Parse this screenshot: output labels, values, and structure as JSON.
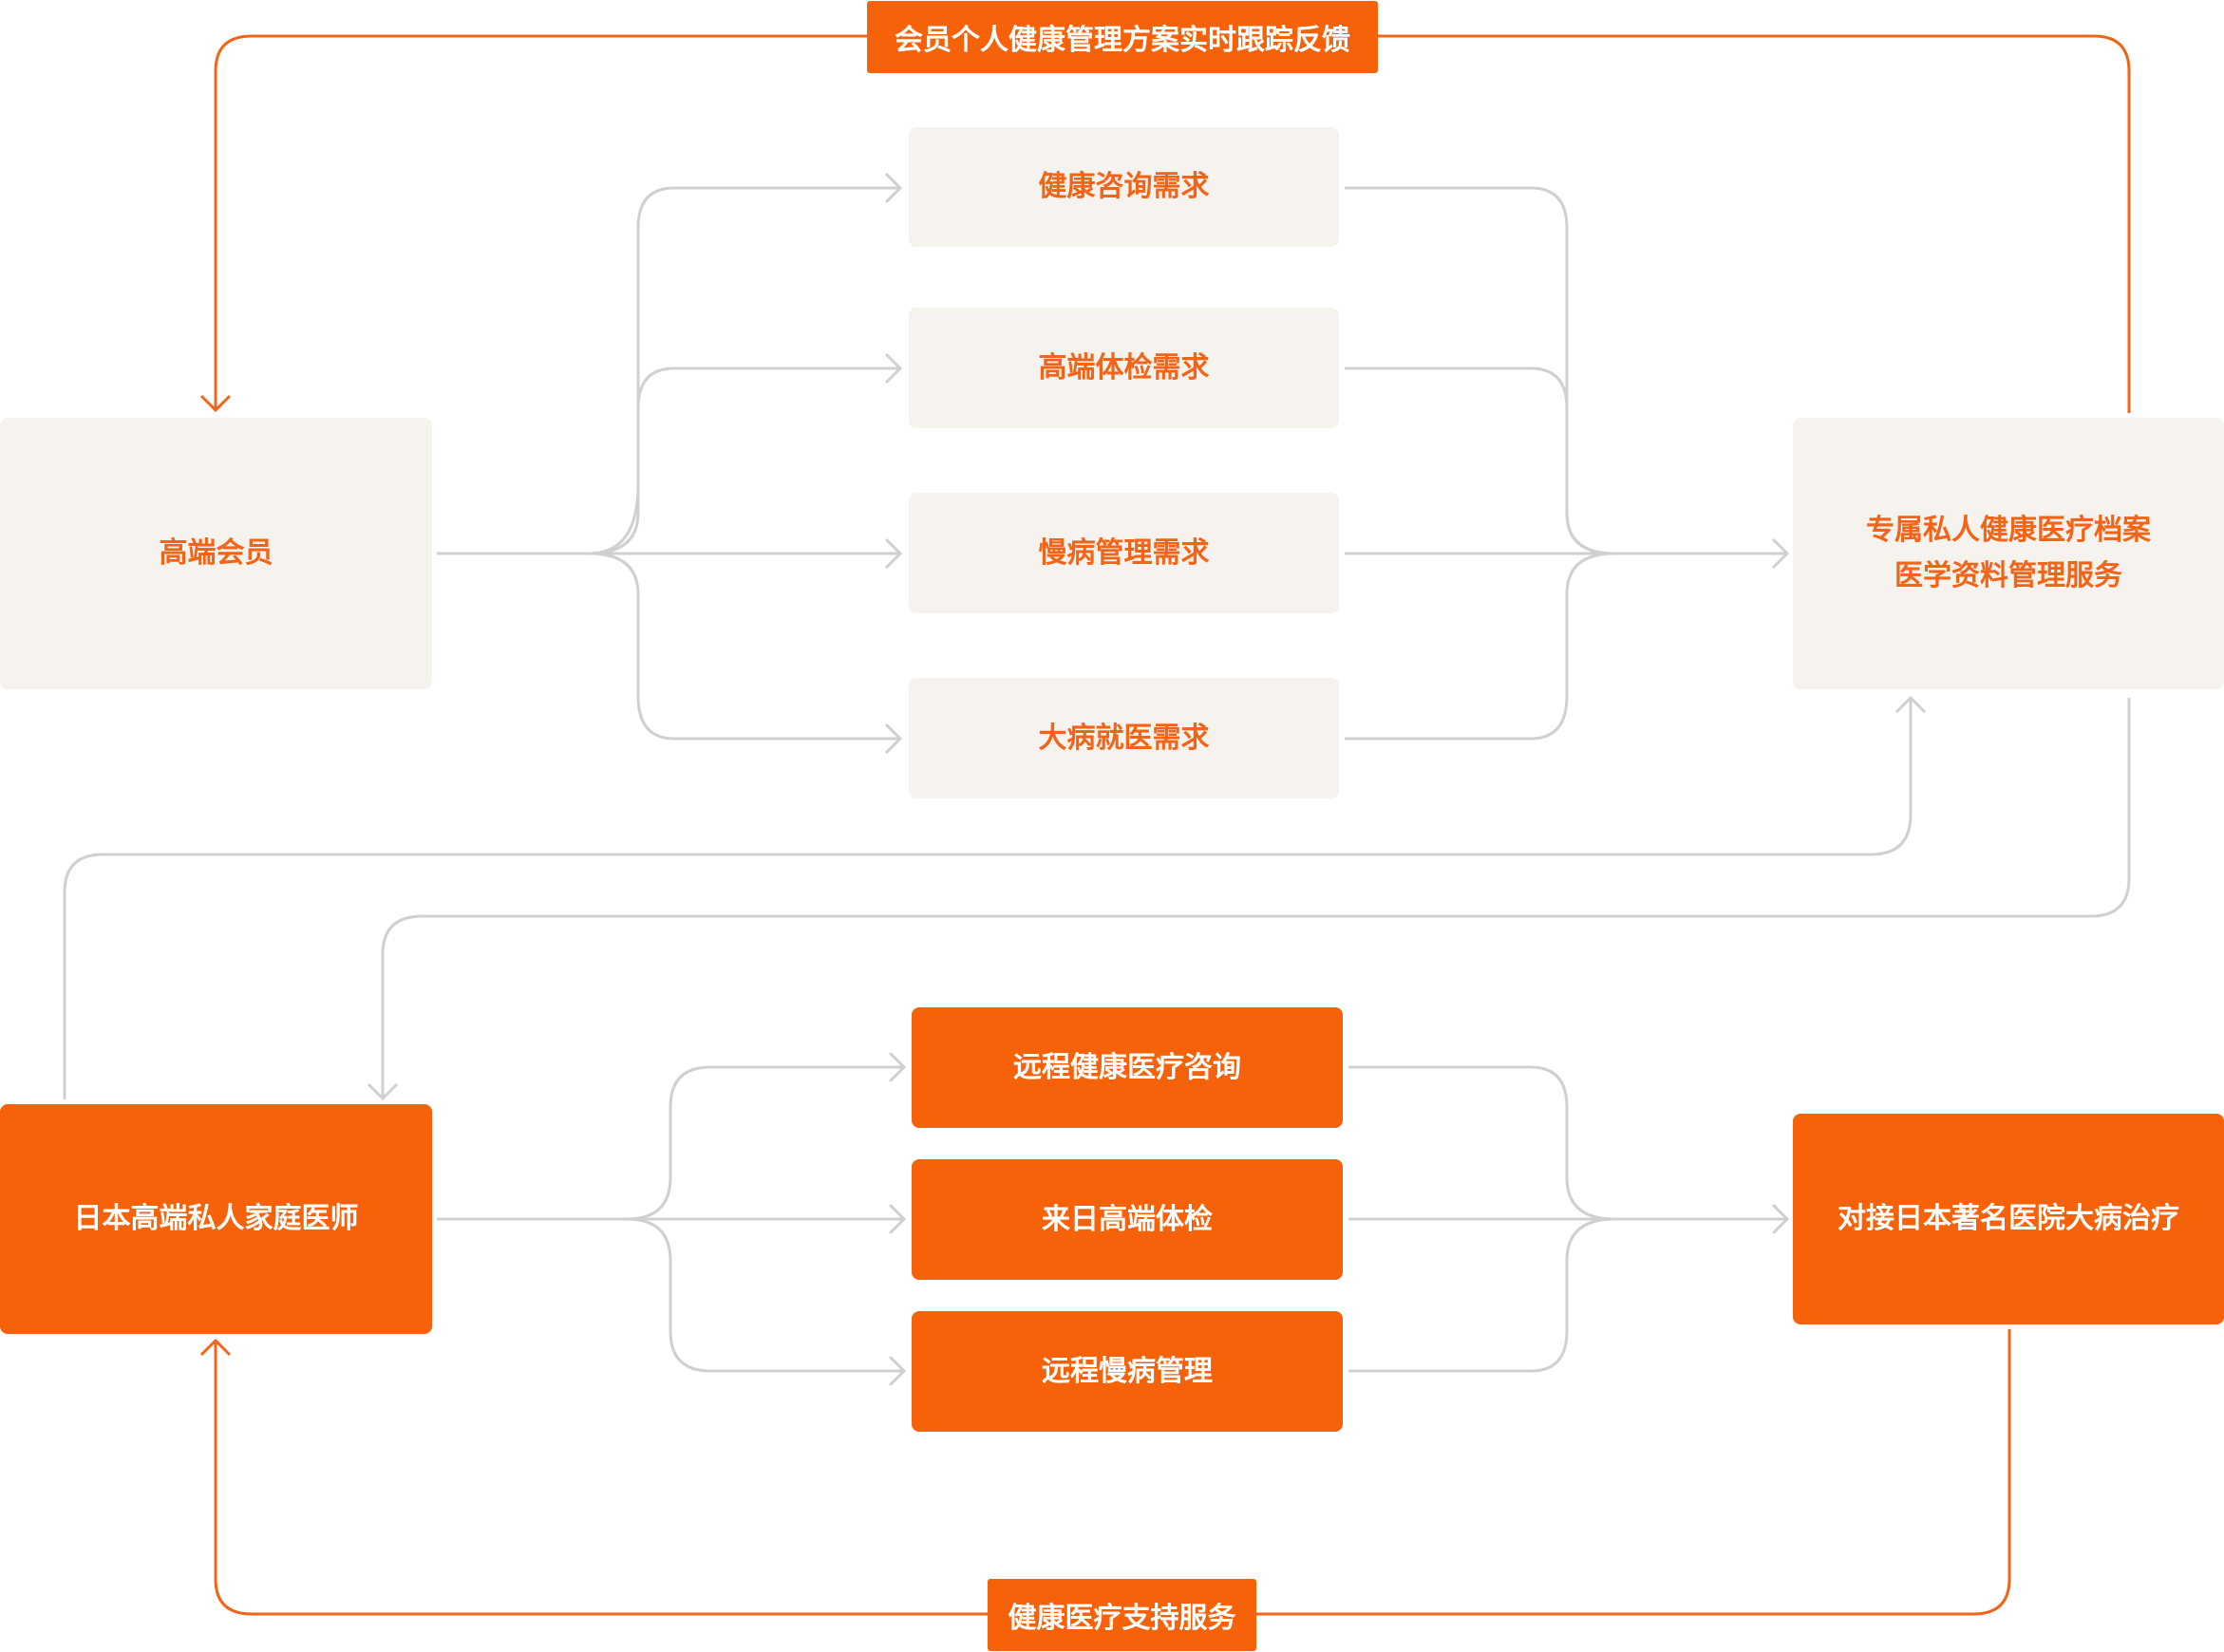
{
  "colors": {
    "accent": "#f6620a",
    "accent_text": "#f26418",
    "box_light": "#f6f2ed",
    "connector_gray": "#d0d0d0"
  },
  "top_label": "会员个人健康管理方案实时跟踪反馈",
  "bottom_label": "健康医疗支持服务",
  "upper_flow": {
    "source": "高端会员",
    "needs": [
      "健康咨询需求",
      "高端体检需求",
      "慢病管理需求",
      "大病就医需求"
    ],
    "target": "专属私人健康医疗档案\n医学资料管理服务"
  },
  "lower_flow": {
    "source": "日本高端私人家庭医师",
    "services": [
      "远程健康医疗咨询",
      "来日高端体检",
      "远程慢病管理"
    ],
    "target": "对接日本著名医院大病治疗"
  }
}
